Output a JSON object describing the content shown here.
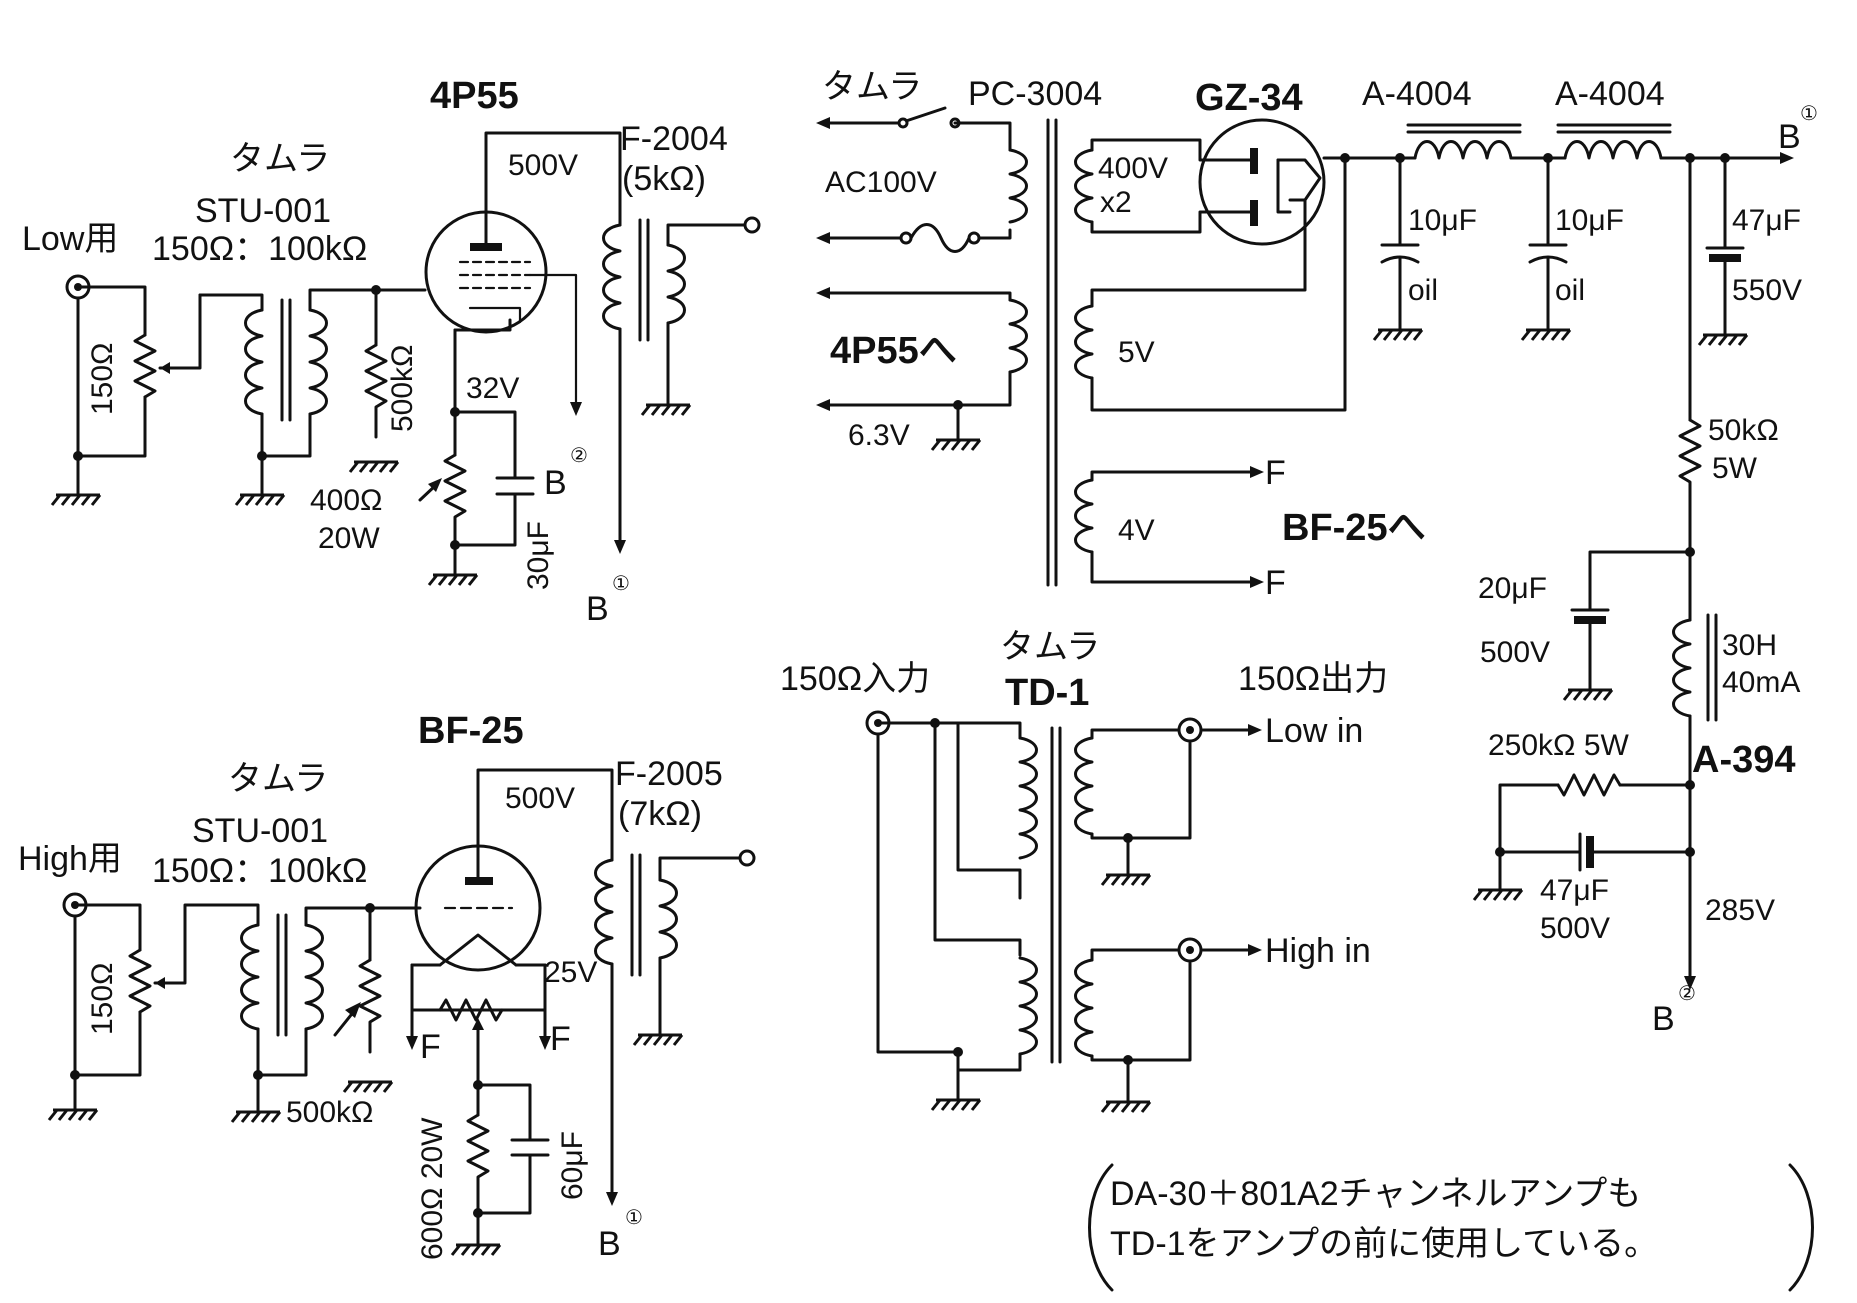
{
  "tube_4p55": "4P55",
  "tube_bf25": "BF-25",
  "tube_gz34": "GZ-34",
  "tamura_1": "タムラ",
  "tamura_2": "タムラ",
  "tamura_3": "タムラ",
  "tamura_4": "タムラ",
  "stu_upper": "STU-001",
  "stu_lower": "STU-001",
  "stu_upper_ratio": "150Ω：100kΩ",
  "stu_lower_ratio": "150Ω：100kΩ",
  "low_in_label": "Low用",
  "high_in_label": "High用",
  "r_150_upper": "150Ω",
  "r_150_lower": "150Ω",
  "r_500k_upper": "500kΩ",
  "r_500k_lower": "500kΩ",
  "v_500_upper": "500V",
  "v_500_lower": "500V",
  "f2004": "F-2004",
  "f2004_z": "(5kΩ)",
  "f2005": "F-2005",
  "f2005_z": "(7kΩ)",
  "v_32": "32V",
  "r_400_a": "400Ω",
  "r_400_b": "20W",
  "c_30u": "30μF",
  "b2_upper": "B",
  "b2_upper_sup": "②",
  "b1_upper": "B",
  "b1_upper_sup": "①",
  "v_25": "25V",
  "f_left": "F",
  "f_right": "F",
  "r_600": "600Ω 20W",
  "c_60u": "60μF",
  "b1_lower": "B",
  "b1_lower_sup": "①",
  "pc3004": "PC-3004",
  "ac100": "AC100V",
  "v_400": "400V",
  "v_400_x2": "x2",
  "v_5": "5V",
  "v_4": "4V",
  "to_4p55": "4P55へ",
  "v_63": "6.3V",
  "f_top": "F",
  "f_bot": "F",
  "to_bf25": "BF-25へ",
  "choke1": "A-4004",
  "choke2": "A-4004",
  "b1_psu": "B",
  "b1_psu_sup": "①",
  "c_10u_1": "10μF",
  "c_10u_2": "10μF",
  "oil_1": "oil",
  "oil_2": "oil",
  "c_47u_a": "47μF",
  "c_47u_b": "550V",
  "r_50k_a": "50kΩ",
  "r_50k_b": "5W",
  "c_20u_a": "20μF",
  "c_20u_b": "500V",
  "choke3_a": "30H",
  "choke3_b": "40mA",
  "choke3_name": "A-394",
  "r_250k": "250kΩ 5W",
  "c_47u2_a": "47μF",
  "c_47u2_b": "500V",
  "v_285": "285V",
  "b2_psu": "B",
  "b2_psu_sup": "②",
  "in_150": "150Ω入力",
  "out_150": "150Ω出力",
  "td1": "TD-1",
  "low_in": "Low in",
  "high_in": "High in",
  "note_1": "DA-30＋801A2チャンネルアンプも",
  "note_2": "TD-1をアンプの前に使用している。"
}
